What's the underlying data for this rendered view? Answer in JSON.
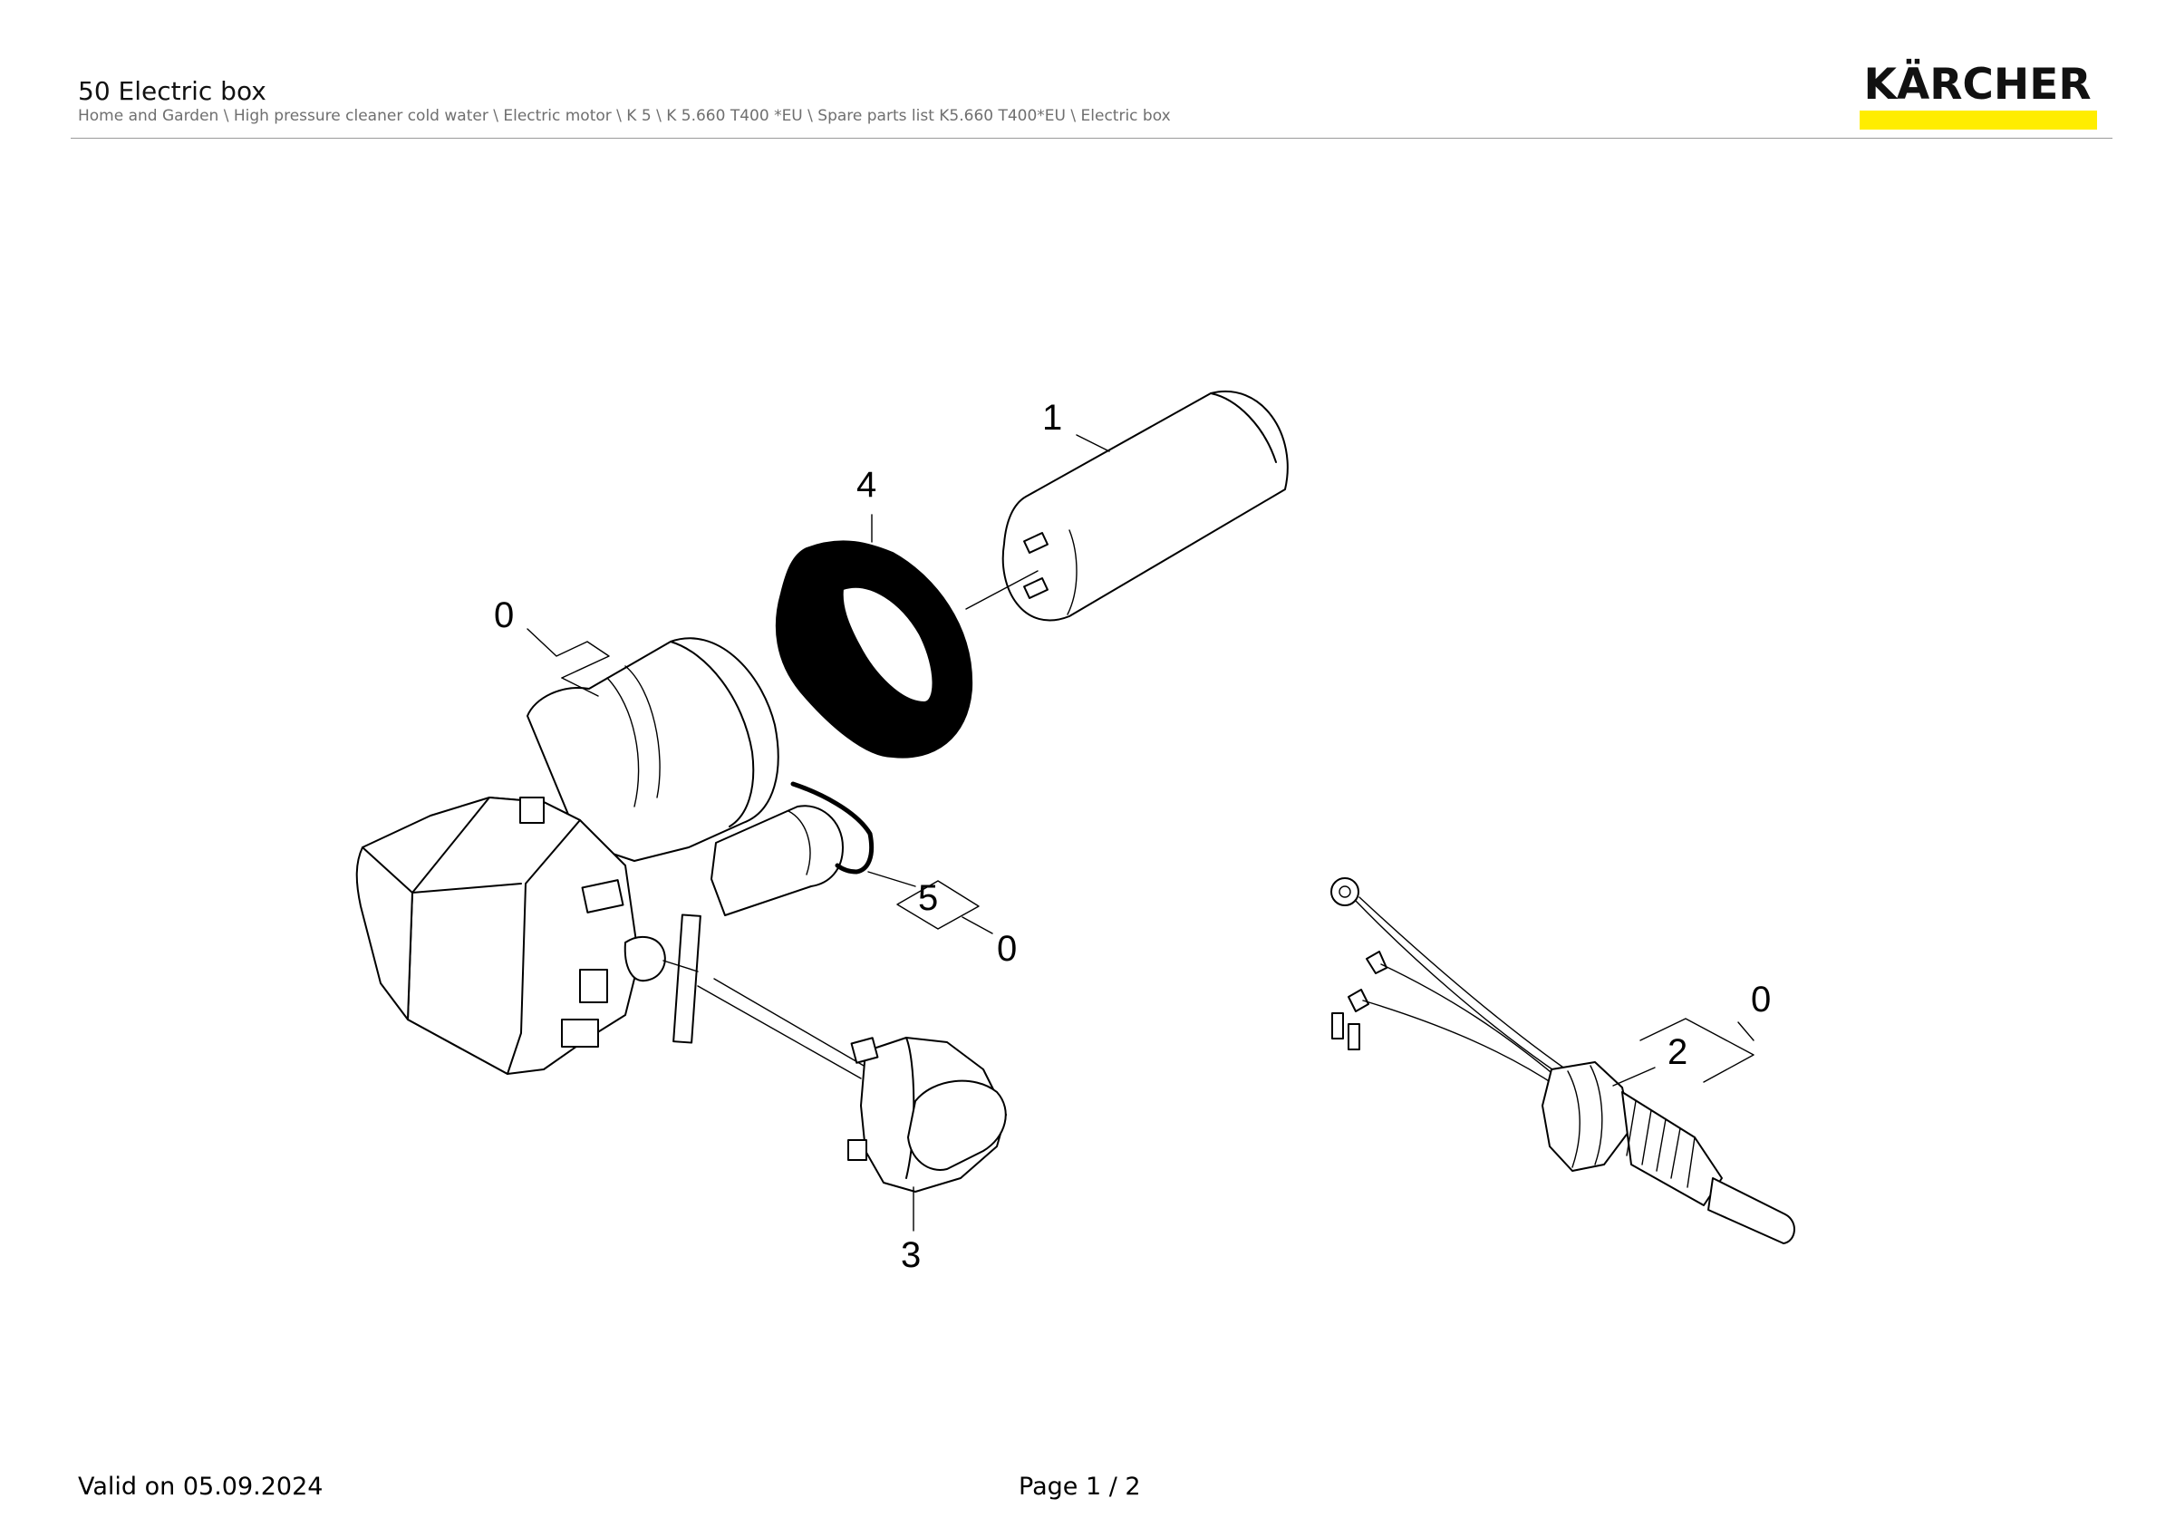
{
  "header": {
    "title": "50 Electric box",
    "breadcrumb": "Home and Garden \\ High pressure cleaner cold water \\ Electric motor \\ K 5 \\ K 5.660 T400 *EU \\ Spare parts list K5.660 T400*EU \\ Electric box"
  },
  "logo": {
    "text": "KÄRCHER",
    "bar_color": "#ffed00"
  },
  "diagram": {
    "callouts": {
      "c1": "1",
      "c2": "2",
      "c3": "3",
      "c4": "4",
      "c5": "5",
      "c0_a": "0",
      "c0_b": "0",
      "c0_c": "0"
    }
  },
  "footer": {
    "valid": "Valid on 05.09.2024",
    "page": "Page 1 / 2"
  }
}
